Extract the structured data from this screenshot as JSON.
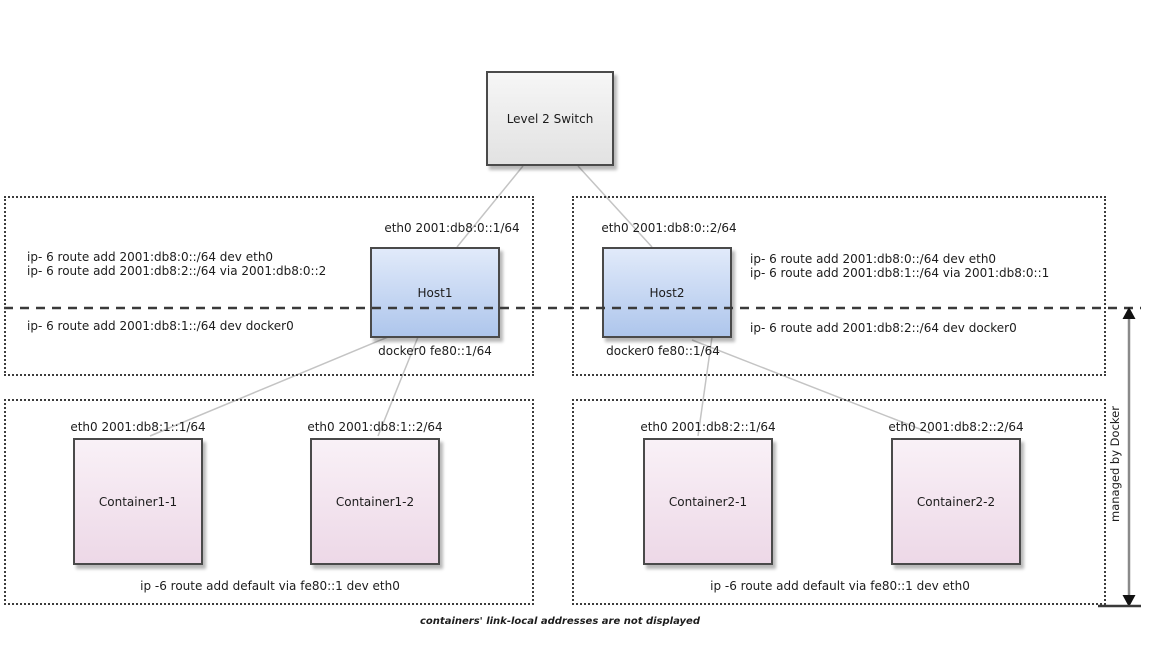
{
  "diagram": {
    "switch": {
      "label": "Level 2 Switch"
    },
    "hosts": [
      {
        "name": "Host1",
        "eth0_label": "eth0 2001:db8:0::1/64",
        "docker0_label": "docker0 fe80::1/64",
        "routes_eth": [
          "ip- 6 route add 2001:db8:0::/64 dev eth0",
          "ip- 6 route add 2001:db8:2::/64 via 2001:db8:0::2"
        ],
        "route_docker": "ip- 6 route add 2001:db8:1::/64 dev docker0"
      },
      {
        "name": "Host2",
        "eth0_label": "eth0 2001:db8:0::2/64",
        "docker0_label": "docker0 fe80::1/64",
        "routes_eth": [
          "ip- 6 route add 2001:db8:0::/64 dev eth0",
          "ip- 6 route add 2001:db8:1::/64 via 2001:db8:0::1"
        ],
        "route_docker": "ip- 6 route add 2001:db8:2::/64 dev docker0"
      }
    ],
    "containers": [
      {
        "name": "Container1-1",
        "eth0_label": "eth0 2001:db8:1::1/64"
      },
      {
        "name": "Container1-2",
        "eth0_label": "eth0 2001:db8:1::2/64"
      },
      {
        "name": "Container2-1",
        "eth0_label": "eth0 2001:db8:2::1/64"
      },
      {
        "name": "Container2-2",
        "eth0_label": "eth0 2001:db8:2::2/64"
      }
    ],
    "container_groups": [
      {
        "default_route": "ip -6 route add default via fe80::1 dev eth0"
      },
      {
        "default_route": "ip -6 route add default via fe80::1 dev eth0"
      }
    ],
    "side_label": "managed by Docker",
    "footnote": "containers' link-local addresses are not displayed",
    "colors": {
      "host_fill_top": "#e1eafa",
      "host_fill_bottom": "#aec6ec",
      "container_fill_top": "#f9f1f7",
      "container_fill_bottom": "#edd8e7",
      "switch_fill_top": "#f6f6f6",
      "switch_fill_bottom": "#e2e2e2",
      "node_border": "#4a4a4a",
      "dotted_group_border": "#3c3c3c",
      "dashed_line": "#3a3a3a",
      "connector_line": "#c4c4c4",
      "arrow_line": "#8a8a8a"
    }
  }
}
